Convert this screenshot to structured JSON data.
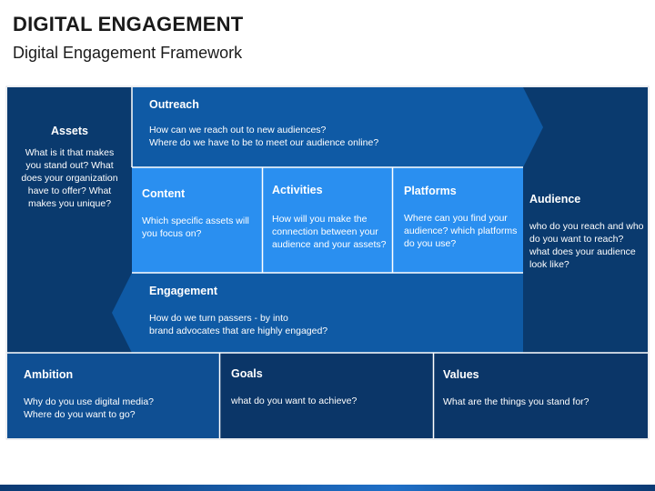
{
  "title": "DIGITAL ENGAGEMENT",
  "subtitle": "Digital Engagement Framework",
  "colors": {
    "dark_navy": "#0a3a6e",
    "mid_blue": "#0f5aa5",
    "bright_blue": "#1476d2",
    "light_blue": "#2a8ff0",
    "bottom_dark": "#0b3668",
    "bottom_mid": "#0f4f93"
  },
  "assets": {
    "heading": "Assets",
    "text": "What is it that makes you stand out? What does your organization have to offer? What makes you unique?"
  },
  "outreach": {
    "heading": "Outreach",
    "line1": "How can we reach out to new audiences?",
    "line2": "Where do we have to be to meet our audience online?"
  },
  "content": {
    "heading": "Content",
    "text": "Which specific assets will you focus on?"
  },
  "activities": {
    "heading": "Activities",
    "text": "How will you make the connection between your audience and your assets?"
  },
  "platforms": {
    "heading": "Platforms",
    "text": "Where can you find your audience? which platforms do you use?"
  },
  "audience": {
    "heading": "Audience",
    "text": "who do you reach and who do you want to reach? what does your audience look like?"
  },
  "engagement": {
    "heading": "Engagement",
    "line1": "How do we turn passers - by into",
    "line2": "brand advocates that are highly engaged?"
  },
  "ambition": {
    "heading": "Ambition",
    "line1": "Why do you use digital media?",
    "line2": "Where do you want to go?"
  },
  "goals": {
    "heading": "Goals",
    "text": "what do you want to achieve?"
  },
  "values": {
    "heading": "Values",
    "text": "What are the things you stand for?"
  }
}
